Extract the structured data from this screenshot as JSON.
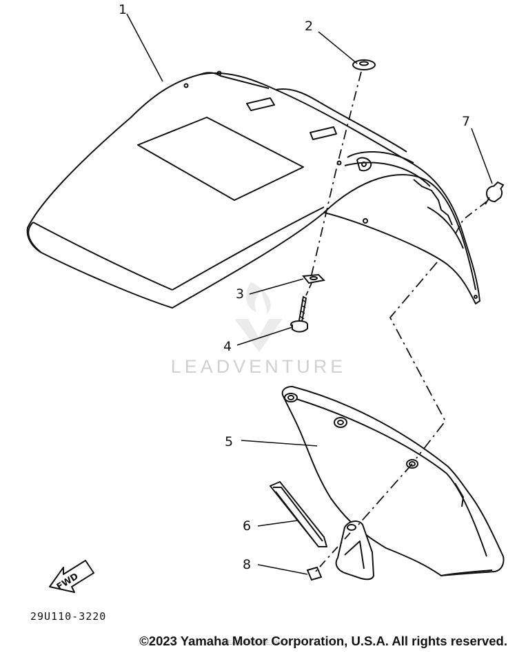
{
  "callouts": [
    {
      "number": "1"
    },
    {
      "number": "2"
    },
    {
      "number": "3"
    },
    {
      "number": "4"
    },
    {
      "number": "5"
    },
    {
      "number": "6"
    },
    {
      "number": "7"
    },
    {
      "number": "8"
    }
  ],
  "direction_label": "FWD",
  "diagram_code": "29U110-3220",
  "watermark": "LEADVENTURE",
  "watermark_small": "LEADVENTURE, INC.",
  "copyright": "©2023 Yamaha Motor Corporation, U.S.A. All rights reserved."
}
